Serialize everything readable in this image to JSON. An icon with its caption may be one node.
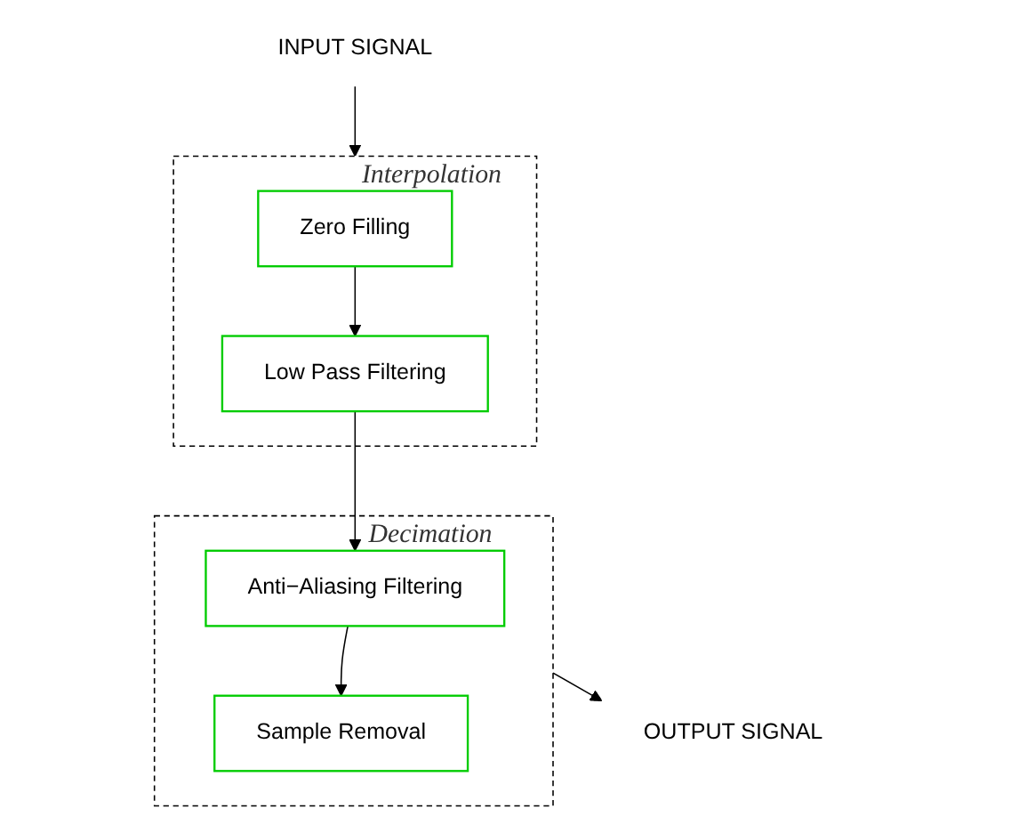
{
  "diagram": {
    "nodes": [
      {
        "text": [
          "INPUT SIGNAL"
        ]
      },
      {
        "text": [
          "Interpolation"
        ]
      },
      {
        "text": [
          "Zero Filling"
        ],
        "in": 1
      },
      {
        "text": [
          "Low Pass Filtering"
        ],
        "in": 1
      },
      {
        "text": [
          "Decimation"
        ]
      },
      {
        "text": [
          "Anti−Aliasing Filtering"
        ],
        "in": 4
      },
      {
        "text": [
          "Sample Removal"
        ],
        "in": 4
      },
      {
        "text": [
          "OUTPUT SIGNAL"
        ]
      }
    ],
    "edges": [
      {
        "from": 0,
        "to": 1,
        "arrow": "to"
      },
      {
        "from": 2,
        "to": 3,
        "arrow": "to"
      },
      {
        "from": 3,
        "to": 5,
        "arrow": "to"
      },
      {
        "from": 5,
        "to": 6,
        "arrow": "to"
      },
      {
        "from": 4,
        "to": 7,
        "arrow": "to"
      }
    ]
  }
}
